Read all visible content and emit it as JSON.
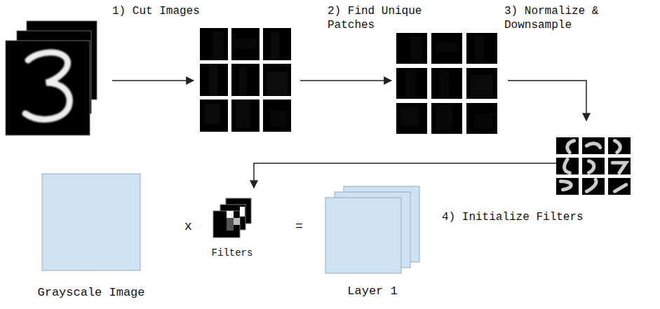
{
  "diagram": {
    "nodes": [
      {
        "text": [
          "Grayscale Image"
        ]
      },
      {
        "text": [
          "Filters"
        ]
      },
      {
        "text": [
          "Layer 1"
        ]
      }
    ],
    "labels": [
      "1) Cut Images",
      "2) Find Unique Patches",
      "3) Normalize & Downsample",
      "4) Initialize Filters",
      "x",
      "="
    ]
  }
}
